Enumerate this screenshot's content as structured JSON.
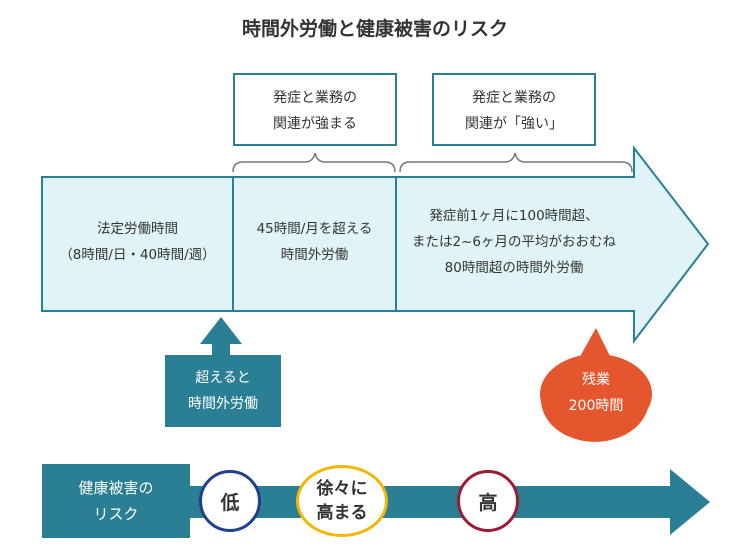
{
  "title": "時間外労働と健康被害のリスク",
  "callouts": [
    {
      "line1": "発症と業務の",
      "line2": "関連が強まる"
    },
    {
      "line1": "発症と業務の",
      "line2": "関連が「強い」"
    }
  ],
  "bands": [
    {
      "line1": "法定労働時間",
      "line2": "（8時間/日・40時間/週）"
    },
    {
      "line1": "45時間/月を超える",
      "line2": "時間外労働"
    },
    {
      "line1": "発症前1ヶ月に100時間超、",
      "line2": "または2~6ヶ月の平均がおおむね",
      "line3": "80時間超の時間外労働"
    }
  ],
  "exceed_marker": {
    "line1": "超えると",
    "line2": "時間外労働"
  },
  "overtime_badge": {
    "line1": "残業",
    "line2": "200時間"
  },
  "risk": {
    "label_line1": "健康被害の",
    "label_line2": "リスク",
    "levels": [
      {
        "text": "低"
      },
      {
        "line1": "徐々に",
        "line2": "高まる"
      },
      {
        "text": "高"
      }
    ]
  },
  "colors": {
    "teal": "#2a7f95",
    "band_fill": "#e0f4f7",
    "badge_orange": "#e4572e",
    "low_ring": "#1f3f8f",
    "mid_ring": "#f2b705",
    "high_ring": "#9b1b35"
  }
}
